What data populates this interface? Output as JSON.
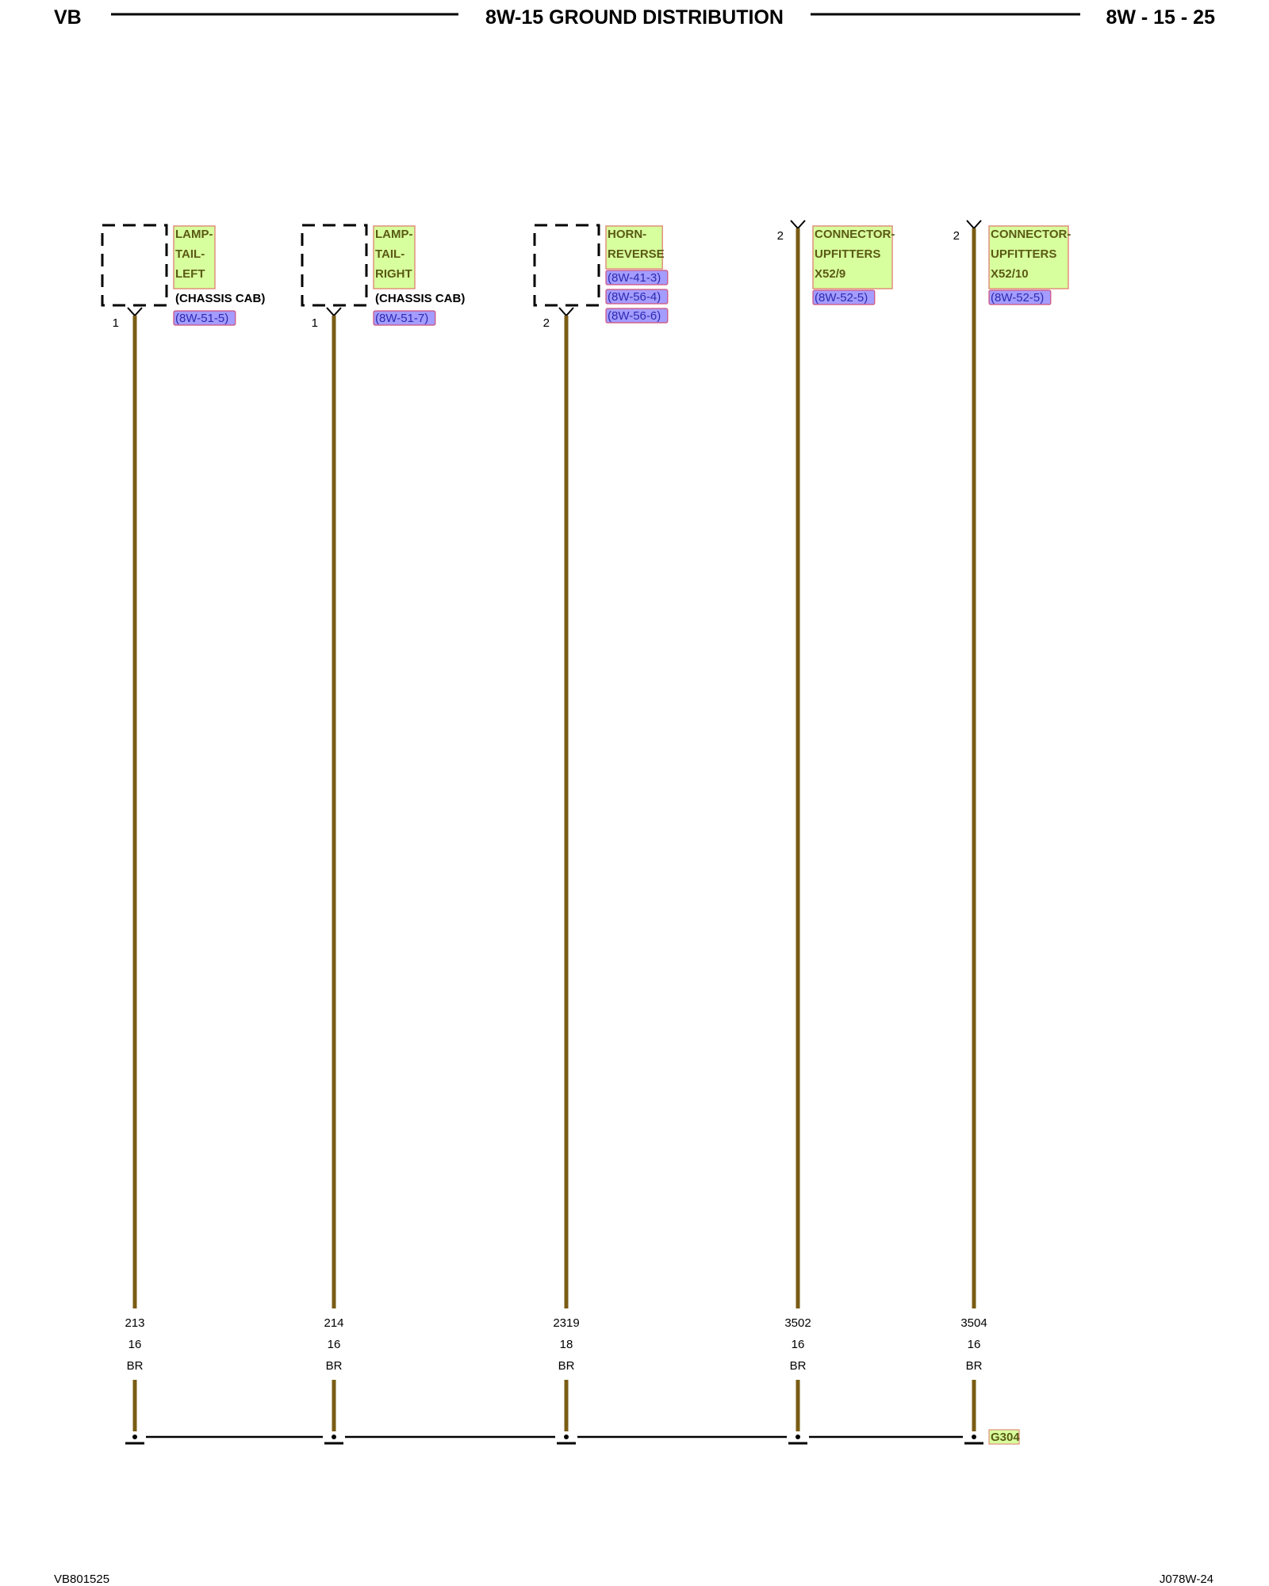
{
  "header": {
    "left": "VB",
    "title": "8W-15 GROUND DISTRIBUTION",
    "right": "8W - 15 - 25"
  },
  "footer": {
    "left": "VB801525",
    "right": "J078W-24"
  },
  "colors": {
    "wire": "#7a5c14",
    "label_fill": "#d8ff9e",
    "label_border": "#e0907a",
    "ref_fill": "#a49cff",
    "ref_border": "#d0507a",
    "ground_fill": "#d8ff9e"
  },
  "components": [
    {
      "id": "c1",
      "label_lines": [
        "LAMP-",
        "TAIL-",
        "LEFT"
      ],
      "note": "(CHASSIS CAB)",
      "refs": [
        "(8W-51-5)"
      ],
      "pin": "1",
      "wire": {
        "circuit": "213",
        "gauge": "16",
        "color": "BR"
      }
    },
    {
      "id": "c2",
      "label_lines": [
        "LAMP-",
        "TAIL-",
        "RIGHT"
      ],
      "note": "(CHASSIS CAB)",
      "refs": [
        "(8W-51-7)"
      ],
      "pin": "1",
      "wire": {
        "circuit": "214",
        "gauge": "16",
        "color": "BR"
      }
    },
    {
      "id": "c3",
      "label_lines": [
        "HORN-",
        "REVERSE"
      ],
      "note": "",
      "refs": [
        "(8W-41-3)",
        "(8W-56-4)",
        "(8W-56-6)"
      ],
      "pin": "2",
      "wire": {
        "circuit": "2319",
        "gauge": "18",
        "color": "BR"
      }
    },
    {
      "id": "c4",
      "label_lines": [
        "CONNECTOR-",
        "UPFITTERS",
        "X52/9"
      ],
      "note": "",
      "refs": [
        "(8W-52-5)"
      ],
      "pin": "2",
      "wire": {
        "circuit": "3502",
        "gauge": "16",
        "color": "BR"
      }
    },
    {
      "id": "c5",
      "label_lines": [
        "CONNECTOR-",
        "UPFITTERS",
        "X52/10"
      ],
      "note": "",
      "refs": [
        "(8W-52-5)"
      ],
      "pin": "2",
      "wire": {
        "circuit": "3504",
        "gauge": "16",
        "color": "BR"
      }
    }
  ],
  "ground": {
    "label": "G304"
  }
}
